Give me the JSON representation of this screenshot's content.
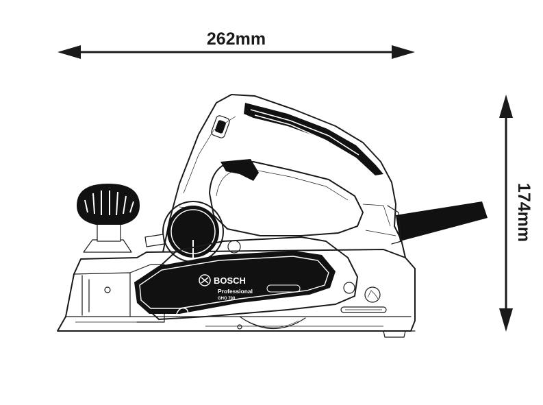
{
  "dimensions": {
    "width_label": "262mm",
    "height_label": "174mm"
  },
  "product": {
    "brand": "BOSCH",
    "line": "Professional",
    "model": "GHO 700",
    "plate_text": "",
    "serial_text": ""
  },
  "colors": {
    "outline": "#1a1a1a",
    "fill_dark": "#111111",
    "background": "#ffffff"
  },
  "icons": [
    "dimension-arrow-horizontal",
    "dimension-arrow-vertical",
    "depth-knob",
    "dust-port",
    "power-cord",
    "safety-label-icon"
  ]
}
